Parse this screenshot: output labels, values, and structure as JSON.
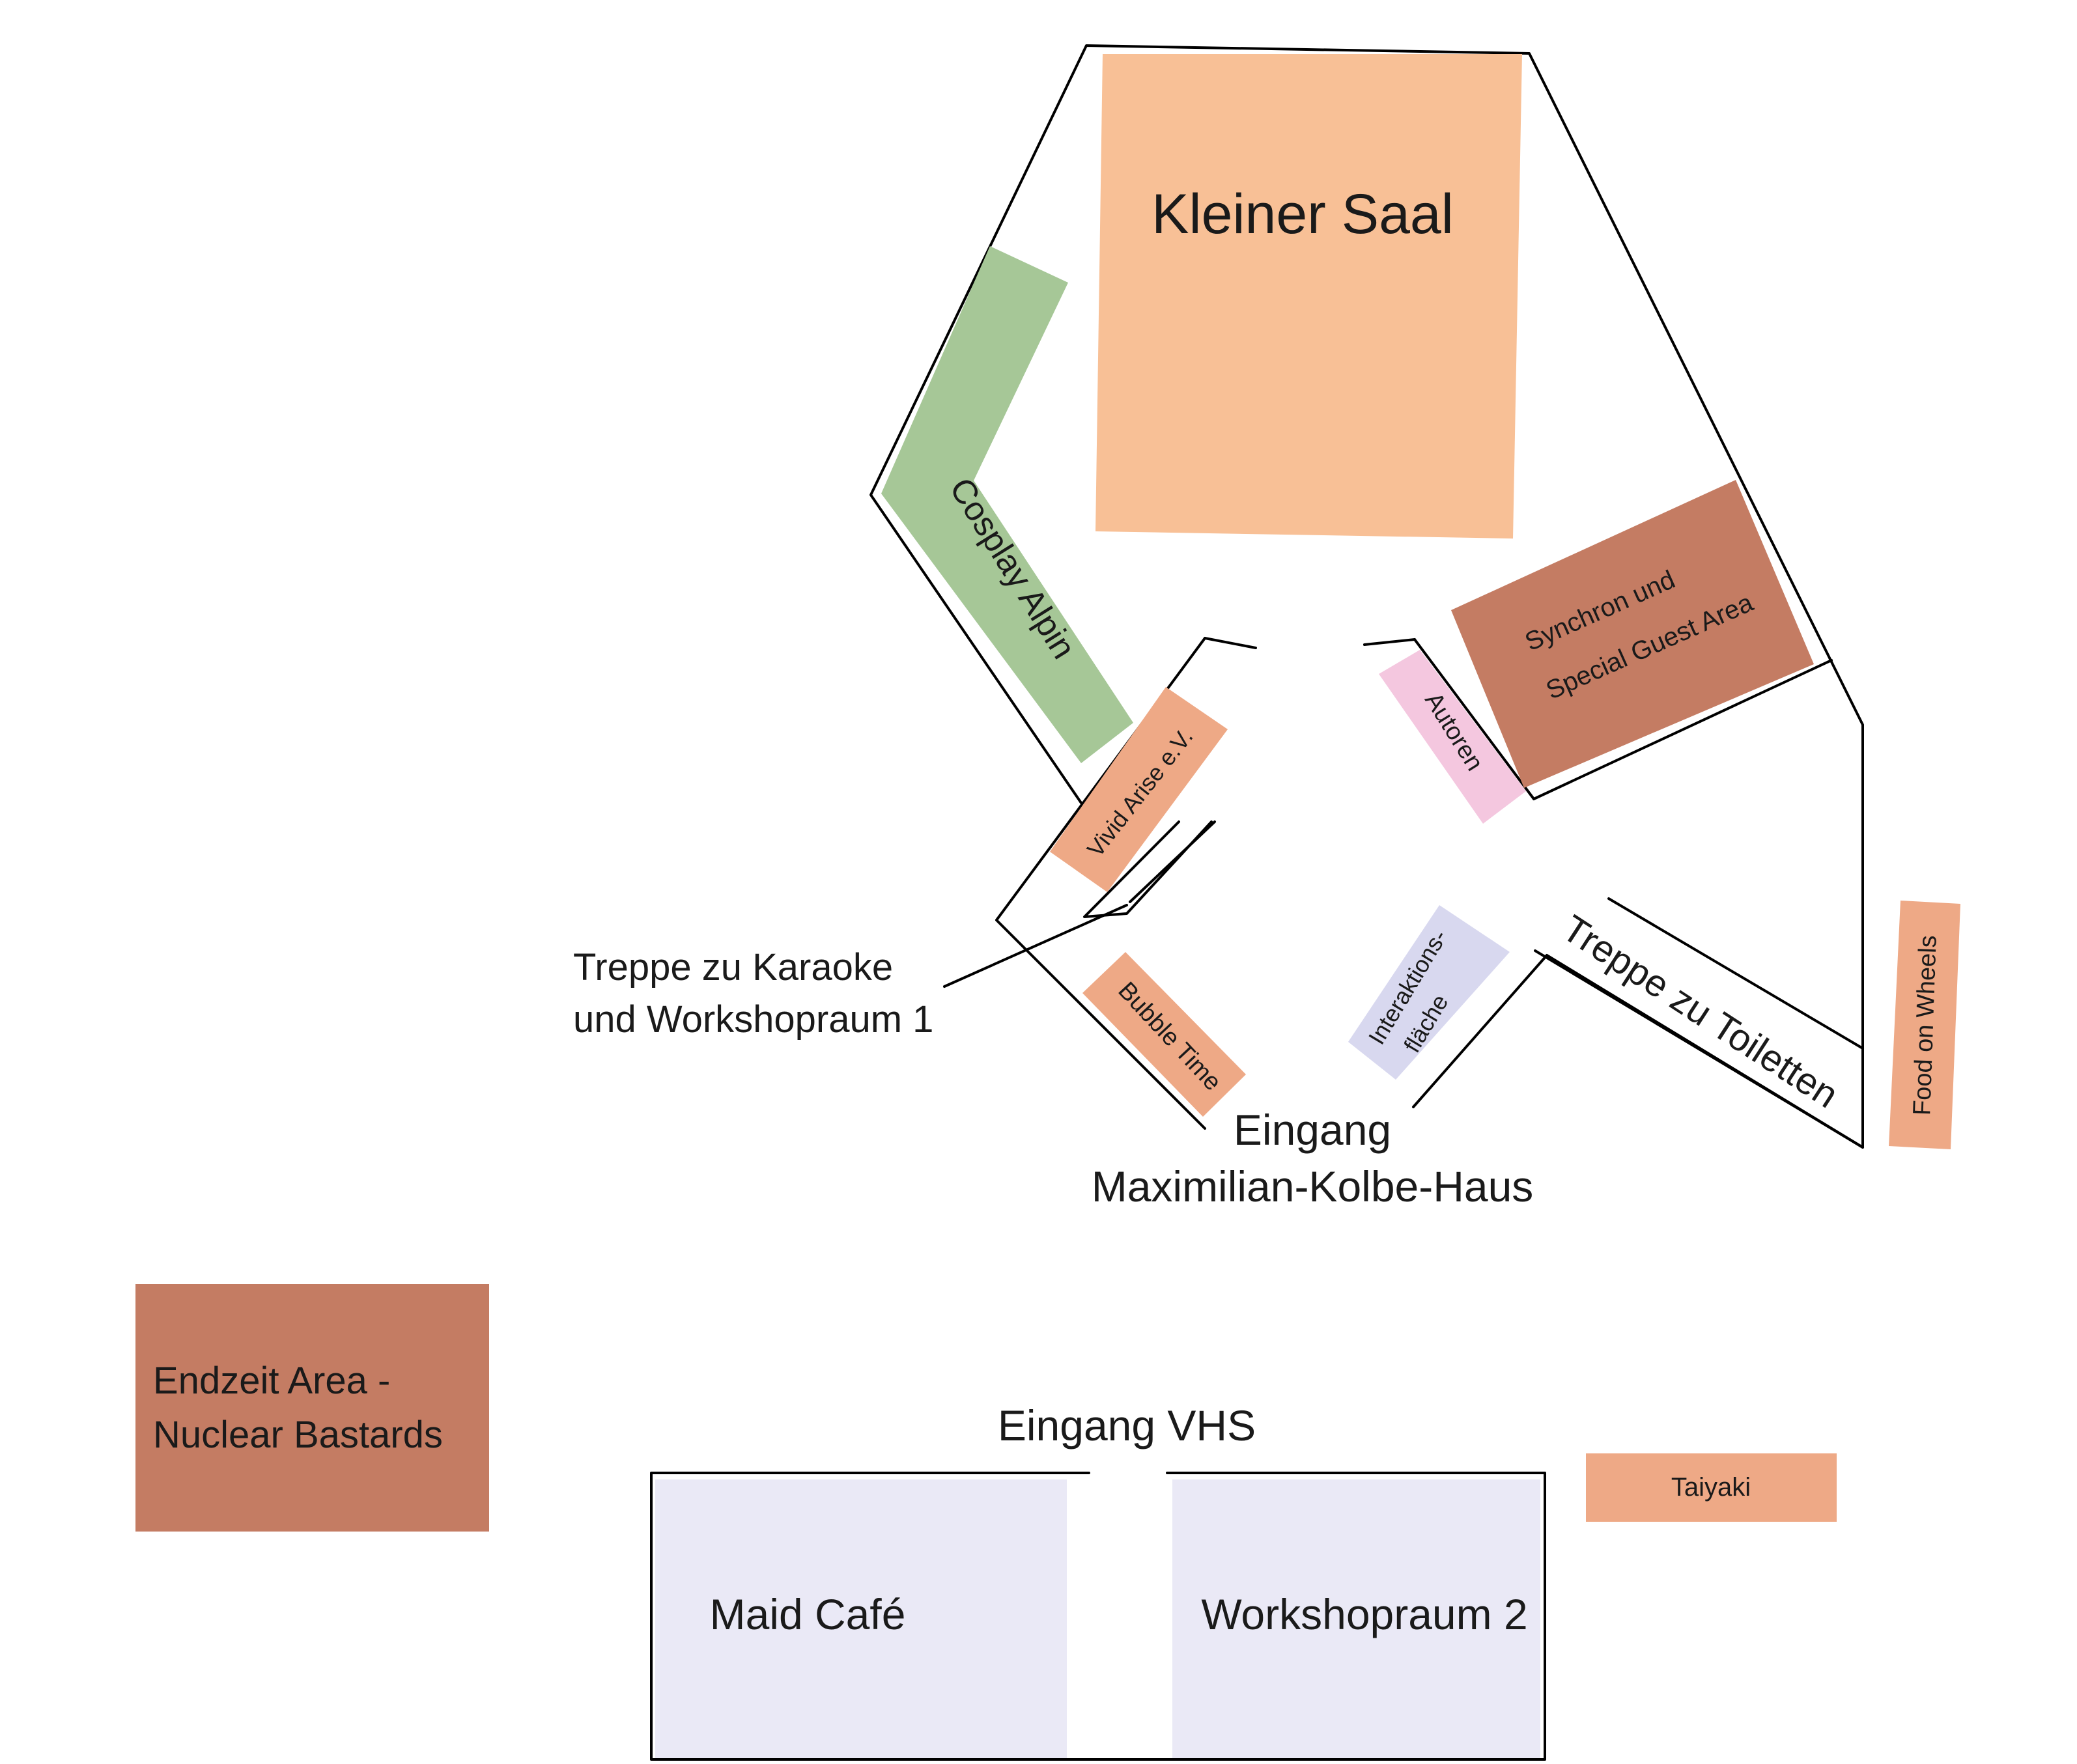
{
  "colors": {
    "kleiner_saal": "#f8c096",
    "cosplay": "#a6c797",
    "vendor_orange": "#eea986",
    "guest_area": "#c47c63",
    "autoren": "#f4c7df",
    "interaktion": "#d8d8ef",
    "vhs_rooms": "#eae9f6",
    "walls": "#000000"
  },
  "areas": {
    "kleiner_saal": "Kleiner Saal",
    "cosplay_alpin": "Cosplay Alpin",
    "vivid_arise": "Vivid Arise e.V.",
    "autoren": "Autoren",
    "synchron_line1": "Synchron und",
    "synchron_line2": "Special Guest Area",
    "bubble_time": "Bubble Time",
    "interaktion_line1": "Interaktions-",
    "interaktion_line2": "fläche",
    "food_on_wheels": "Food on Wheels",
    "endzeit_line1": "Endzeit Area -",
    "endzeit_line2": "Nuclear Bastards",
    "taiyaki": "Taiyaki",
    "maid_cafe": "Maid Café",
    "workshopraum_2": "Workshopraum 2"
  },
  "labels": {
    "treppe_karaoke_line1": "Treppe zu Karaoke",
    "treppe_karaoke_line2": "und Workshopraum 1",
    "treppe_toiletten": "Treppe zu Toiletten",
    "eingang_mkh_line1": "Eingang",
    "eingang_mkh_line2": "Maximilian-Kolbe-Haus",
    "eingang_vhs": "Eingang VHS"
  }
}
